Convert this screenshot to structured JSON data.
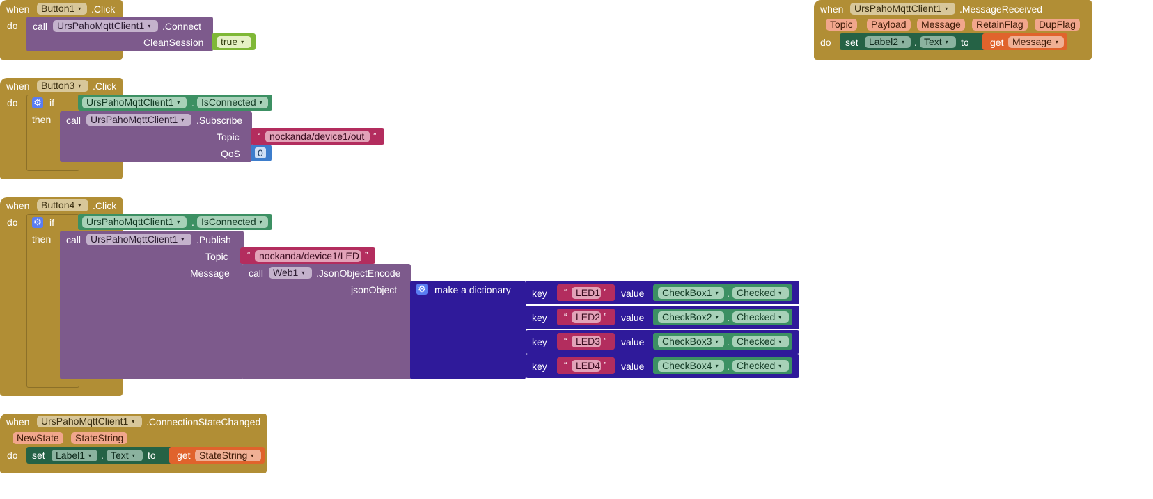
{
  "blocks": {
    "button1": {
      "when": "when",
      "component": "Button1",
      "event": ".Click",
      "do": "do",
      "call": "call",
      "target": "UrsPahoMqttClient1",
      "method": ".Connect",
      "arg_label": "CleanSession",
      "arg_value": "true"
    },
    "button3": {
      "when": "when",
      "component": "Button3",
      "event": ".Click",
      "do": "do",
      "if": "if",
      "then": "then",
      "cond_component": "UrsPahoMqttClient1",
      "cond_property": "IsConnected",
      "call": "call",
      "target": "UrsPahoMqttClient1",
      "method": ".Subscribe",
      "topic_label": "Topic",
      "topic_value": "nockanda/device1/out",
      "qos_label": "QoS",
      "qos_value": "0"
    },
    "button4": {
      "when": "when",
      "component": "Button4",
      "event": ".Click",
      "do": "do",
      "if": "if",
      "then": "then",
      "cond_component": "UrsPahoMqttClient1",
      "cond_property": "IsConnected",
      "call": "call",
      "target": "UrsPahoMqttClient1",
      "method": ".Publish",
      "topic_label": "Topic",
      "topic_value": "nockanda/device1/LED",
      "message_label": "Message",
      "web_call": "call",
      "web_target": "Web1",
      "web_method": ".JsonObjectEncode",
      "json_label": "jsonObject",
      "dict_label": "make a dictionary",
      "key_label": "key",
      "value_label": "value",
      "pairs": [
        {
          "key": "LED1",
          "component": "CheckBox1",
          "property": "Checked"
        },
        {
          "key": "LED2",
          "component": "CheckBox2",
          "property": "Checked"
        },
        {
          "key": "LED3",
          "component": "CheckBox3",
          "property": "Checked"
        },
        {
          "key": "LED4",
          "component": "CheckBox4",
          "property": "Checked"
        }
      ]
    },
    "state_changed": {
      "when": "when",
      "component": "UrsPahoMqttClient1",
      "event": ".ConnectionStateChanged",
      "params": [
        "NewState",
        "StateString"
      ],
      "do": "do",
      "set": "set",
      "set_component": "Label1",
      "set_property": "Text",
      "to": "to",
      "get": "get",
      "get_var": "StateString"
    },
    "message_received": {
      "when": "when",
      "component": "UrsPahoMqttClient1",
      "event": ".MessageReceived",
      "params": [
        "Topic",
        "Payload",
        "Message",
        "RetainFlag",
        "DupFlag"
      ],
      "do": "do",
      "set": "set",
      "set_component": "Label2",
      "set_property": "Text",
      "to": "to",
      "get": "get",
      "get_var": "Message"
    }
  },
  "dot": ".",
  "caret": "▾",
  "quote_open": "“",
  "quote_close": "”",
  "gear_icon": "⚙",
  "colors": {
    "event": "#b18e35",
    "component": "#7d5a8c",
    "property": "#3c9063",
    "text": "#b32d5e",
    "math": "#3d7dcc",
    "variable": "#e0632c",
    "setter": "#256245",
    "dictionary": "#2f1a9a",
    "logic": "#7fb837"
  }
}
